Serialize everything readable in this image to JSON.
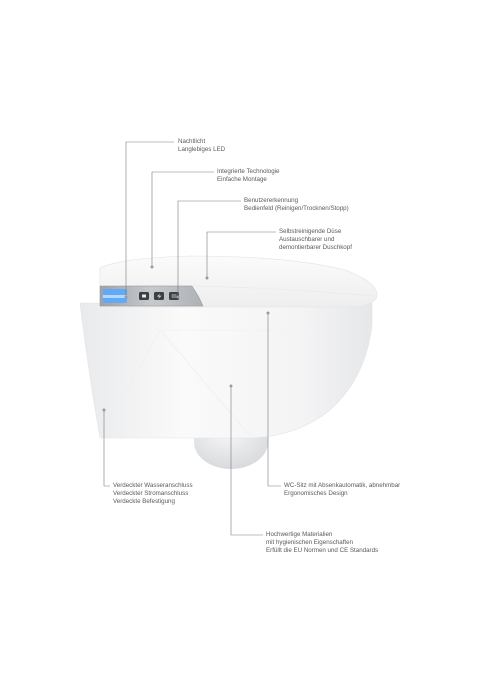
{
  "callouts": [
    {
      "id": "led",
      "lines": [
        "Nachtlicht",
        "Langlebiges LED"
      ]
    },
    {
      "id": "technology",
      "lines": [
        "Integrierte Technologie",
        "Einfache Montage"
      ]
    },
    {
      "id": "user-detection",
      "lines": [
        "Benutzererkennung",
        "Bedienfeld (Reinigen/Trocknen/Stopp)"
      ]
    },
    {
      "id": "nozzle",
      "lines": [
        "Selbstreinigende Düse",
        "Austauschbarer und",
        "demontierbarer Duschkopf"
      ]
    },
    {
      "id": "concealed",
      "lines": [
        "Verdeckter Wasseranschluss",
        "Verdeckter Stromanschluss",
        "Verdeckte Befestigung"
      ]
    },
    {
      "id": "seat",
      "lines": [
        "WC-Sitz mit Absenkautomatik, abnehmbar",
        "Ergonomisches Design"
      ]
    },
    {
      "id": "materials",
      "lines": [
        "Hochwertige Materialien",
        "mit hygienischen Eigenschaften",
        "Erfüllt die EU Normen und CE Standards"
      ]
    }
  ],
  "control_panel": {
    "buttons": [
      {
        "icon": "stop-square-icon"
      },
      {
        "icon": "lightning-icon"
      },
      {
        "icon": "dryer-icon"
      }
    ],
    "led_color": "#5aa8ff"
  },
  "colors": {
    "leader_line": "#7a7a7a",
    "marker": "#9a9a9a",
    "ceramic": "#ffffff",
    "panel": "#b8bcc0"
  }
}
